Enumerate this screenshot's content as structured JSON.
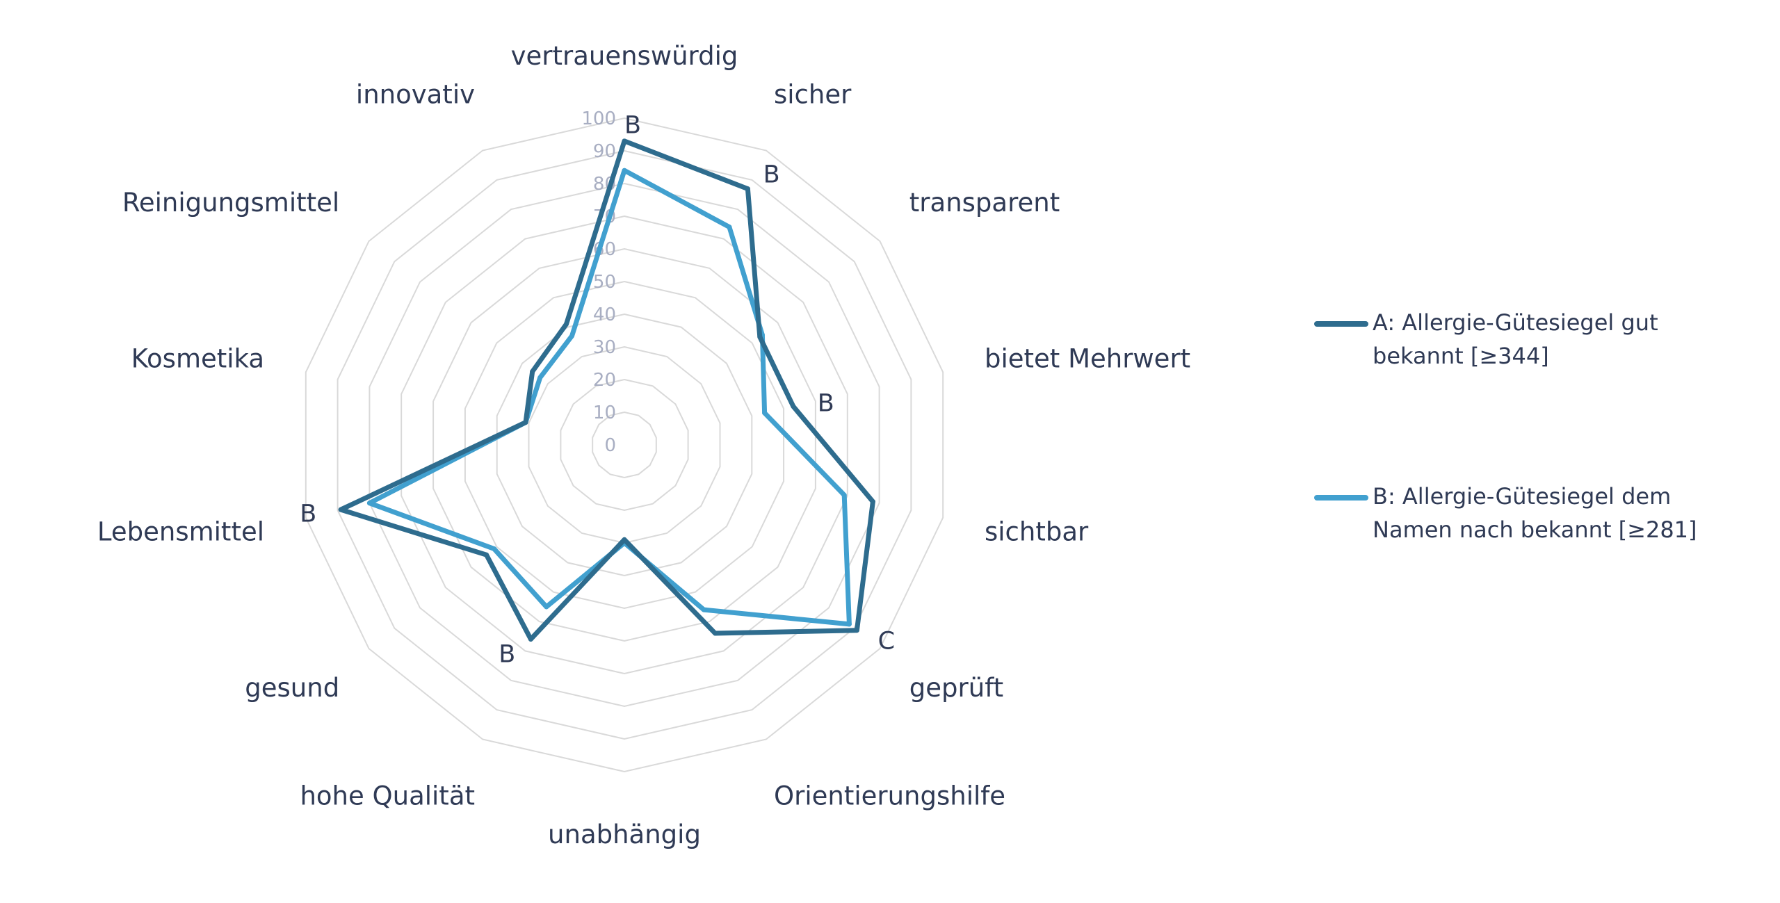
{
  "chart_data": {
    "type": "radar",
    "categories": [
      "vertrauenswürdig",
      "sicher",
      "transparent",
      "bietet Mehrwert",
      "sichtbar",
      "geprüft",
      "Orientierungshilfe",
      "unabhängig",
      "hohe Qualität",
      "gesund",
      "Lebensmittel",
      "Kosmetika",
      "Reinigungsmittel",
      "innovativ"
    ],
    "rlim": [
      0,
      100
    ],
    "ticks": [
      0,
      10,
      20,
      30,
      40,
      50,
      60,
      70,
      80,
      90,
      100
    ],
    "tick_labels": [
      "0",
      "10",
      "20",
      "30",
      "40",
      "50",
      "60",
      "70",
      "80",
      "90",
      "100"
    ],
    "grid": true,
    "legend_position": "right",
    "series": [
      {
        "name": "A: Allergie-Gütesiegel gut bekannt [≥344]",
        "color": "#2e6c8e",
        "values": [
          93,
          87,
          53,
          53,
          78,
          91,
          64,
          29,
          66,
          54,
          89,
          31,
          36,
          41
        ]
      },
      {
        "name": "B: Allergie-Gütesiegel dem Namen nach bekannt [≥281]",
        "color": "#41a0cf",
        "values": [
          84,
          74,
          54,
          44,
          69,
          88,
          56,
          30,
          55,
          51,
          80,
          31,
          33,
          37
        ]
      }
    ],
    "significance_labels": [
      {
        "category": "vertrauenswürdig",
        "text": "B"
      },
      {
        "category": "sicher",
        "text": "B"
      },
      {
        "category": "bietet Mehrwert",
        "text": "B"
      },
      {
        "category": "geprüft",
        "text": "C"
      },
      {
        "category": "hohe Qualität",
        "text": "B"
      },
      {
        "category": "Lebensmittel",
        "text": "B"
      }
    ]
  },
  "legend": {
    "items": [
      {
        "label_line1": "A: Allergie-Gütesiegel gut",
        "label_line2": "bekannt [≥344]"
      },
      {
        "label_line1": "B: Allergie-Gütesiegel dem",
        "label_line2": "Namen nach bekannt [≥281]"
      }
    ]
  }
}
